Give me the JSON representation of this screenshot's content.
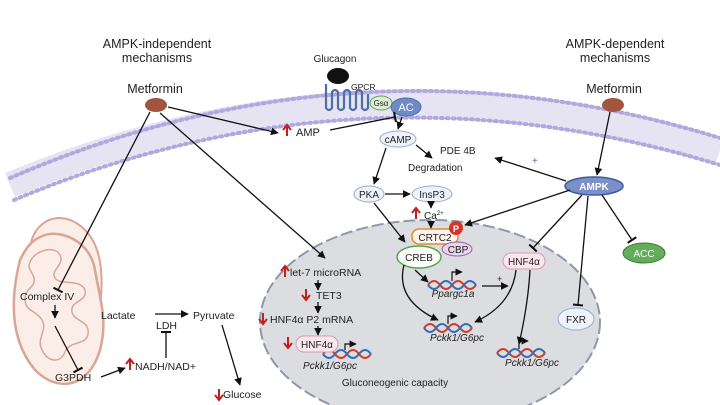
{
  "titles": {
    "left": [
      "AMPK-independent",
      "mechanisms"
    ],
    "right": [
      "AMPK-dependent",
      "mechanisms"
    ]
  },
  "drugs": {
    "left": "Metformin",
    "right": "Metformin"
  },
  "membrane": {
    "glucagon": "Glucagon",
    "gpcr": "GPCR",
    "gsa": "Gsα",
    "ac": "AC",
    "amp": "AMP"
  },
  "signaling": {
    "camp": "cAMP",
    "pde4b": "PDE 4B",
    "degradation": "Degradation",
    "pka": "PKA",
    "insp3": "InsP3",
    "ca": "Ca",
    "ca_sup": "2+",
    "ampk": "AMPK",
    "acc": "ACC",
    "fxr": "FXR",
    "plus": "+"
  },
  "nucleus": {
    "p": "P",
    "crtc2": "CRTC2",
    "cbp": "CBP",
    "creb": "CREB",
    "hnf4a": "HNF4α",
    "ppargc1a": "Ppargc1a",
    "pckk_center": "Pckk1/G6pc",
    "pckk_right": "Pckk1/G6pc",
    "pckk_left": "Pckk1/G6pc",
    "let7": "let-7 microRNA",
    "tet3": "TET3",
    "hnf4a_p2": "HNF4α P2 mRNA",
    "hnf4a_left": "HNF4α",
    "gluconeogenic": "Gluconeogenic capacity",
    "plus": "+"
  },
  "mitochondria": {
    "complex_iv": "Complex IV",
    "g3pdh": "G3PDH"
  },
  "metabolism": {
    "lactate": "Lactate",
    "pyruvate": "Pyruvate",
    "ldh": "LDH",
    "nadh": "NADH/NAD+",
    "glucose": "Glucose"
  },
  "colors": {
    "membrane_dot": "#b3a8de",
    "nucleus_fill": "#dcdde1",
    "nucleus_border": "#8f98aa",
    "metformin": "#a0563c",
    "ampk_fill": "#7b8fc9",
    "acc_fill": "#62ad5a",
    "up_arrow": "#c0211f",
    "p_badge": "#d9322b",
    "mito_stroke": "#d9a595",
    "dna_red": "#d23a2e",
    "dna_blue": "#2f6fb4"
  }
}
